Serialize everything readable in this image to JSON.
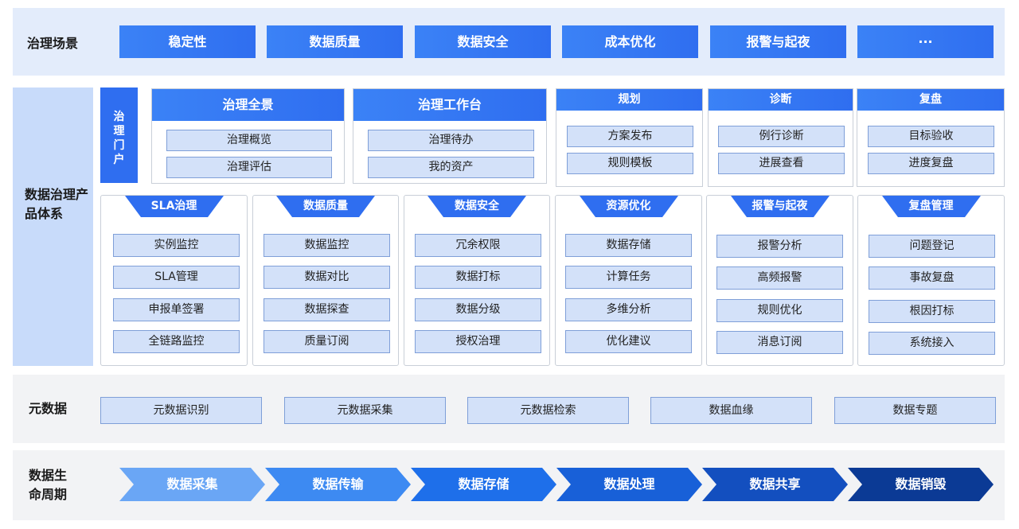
{
  "scenes": {
    "label": "治理场景",
    "items": [
      "稳定性",
      "数据质量",
      "数据安全",
      "成本优化",
      "报警与起夜",
      "···"
    ]
  },
  "product": {
    "label": "数据治理产品体系",
    "portal": [
      "治",
      "理",
      "门",
      "户"
    ],
    "overview": {
      "title": "治理全景",
      "items": [
        "治理概览",
        "治理评估"
      ]
    },
    "workbench": {
      "title": "治理工作台",
      "items": [
        "治理待办",
        "我的资产"
      ]
    },
    "plan": {
      "title": "规划",
      "items": [
        "方案发布",
        "规则模板"
      ]
    },
    "diagnose": {
      "title": "诊断",
      "items": [
        "例行诊断",
        "进展查看"
      ]
    },
    "review": {
      "title": "复盘",
      "items": [
        "目标验收",
        "进度复盘"
      ]
    },
    "modules": [
      {
        "title": "SLA治理",
        "items": [
          "实例监控",
          "SLA管理",
          "申报单签署",
          "全链路监控"
        ]
      },
      {
        "title": "数据质量",
        "items": [
          "数据监控",
          "数据对比",
          "数据探查",
          "质量订阅"
        ]
      },
      {
        "title": "数据安全",
        "items": [
          "冗余权限",
          "数据打标",
          "数据分级",
          "授权治理"
        ]
      },
      {
        "title": "资源优化",
        "items": [
          "数据存储",
          "计算任务",
          "多维分析",
          "优化建议"
        ]
      },
      {
        "title": "报警与起夜",
        "items": [
          "报警分析",
          "高频报警",
          "规则优化",
          "消息订阅"
        ]
      },
      {
        "title": "复盘管理",
        "items": [
          "问题登记",
          "事故复盘",
          "根因打标",
          "系统接入"
        ]
      }
    ]
  },
  "metadata": {
    "label": "元数据",
    "items": [
      "元数据识别",
      "元数据采集",
      "元数据检索",
      "数据血缘",
      "数据专题"
    ]
  },
  "lifecycle": {
    "label_line1": "数据生",
    "label_line2": "命周期",
    "stages": [
      {
        "label": "数据采集",
        "color": "#6aa6f5"
      },
      {
        "label": "数据传输",
        "color": "#3d8af2"
      },
      {
        "label": "数据存储",
        "color": "#1e6fea"
      },
      {
        "label": "数据处理",
        "color": "#1860d8"
      },
      {
        "label": "数据共享",
        "color": "#134fbf"
      },
      {
        "label": "数据销毁",
        "color": "#0b3a95"
      }
    ]
  }
}
